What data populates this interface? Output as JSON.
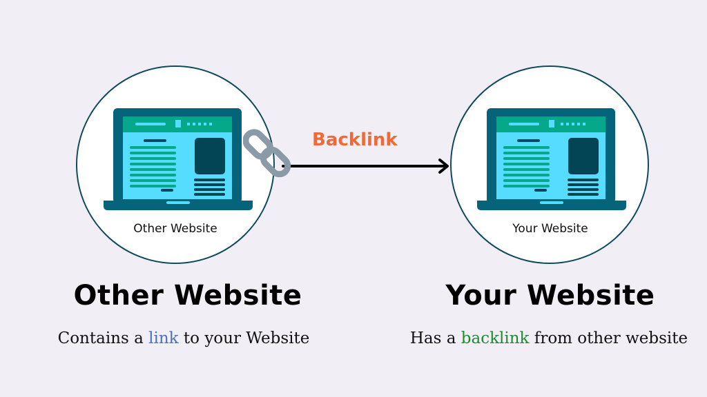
{
  "colors": {
    "background": "#f1eff5",
    "circle_border": "#0e4a5b",
    "laptop_bezel": "#05647a",
    "screen_header": "#05a888",
    "screen_body": "#55dcff",
    "dark_block": "#034555",
    "text_lines": "#05a888",
    "backlink_label": "#ee6a3a",
    "link_word": "#4a72b8",
    "backlink_word": "#1e8a2e",
    "chain": "#8a9aa6"
  },
  "left": {
    "caption": "Other Website",
    "heading": "Other Website",
    "sub_pre": "Contains a ",
    "sub_highlight": "link",
    "sub_post": " to your Website"
  },
  "right": {
    "caption": "Your Website",
    "heading": "Your Website",
    "sub_pre": "Has a ",
    "sub_highlight": "backlink",
    "sub_post": " from other website"
  },
  "connector": {
    "label": "Backlink",
    "icons": [
      "chain-link-icon",
      "arrow-right-icon"
    ]
  }
}
